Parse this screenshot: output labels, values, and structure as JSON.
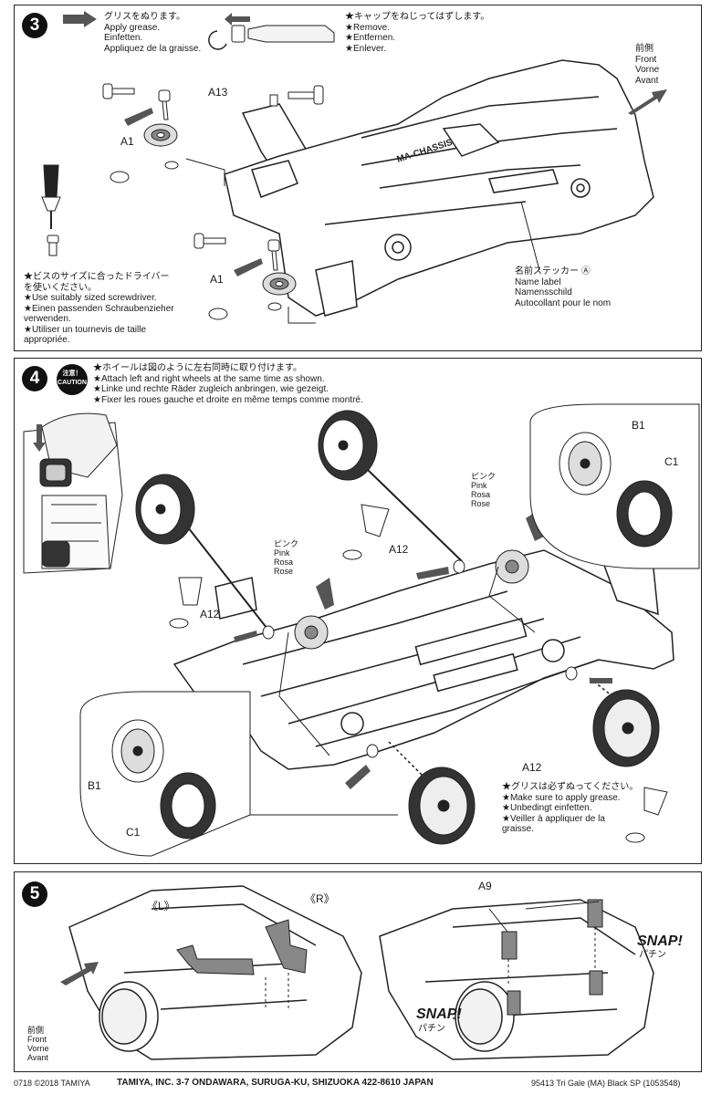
{
  "step3": {
    "number": "3",
    "grease_text": [
      "グリスをぬります。",
      "Apply grease.",
      "Einfetten.",
      "Appliquez de la graisse."
    ],
    "remove_text": [
      "★キャップをねじってはずします。",
      "★Remove.",
      "★Entfernen.",
      "★Enlever."
    ],
    "front_text": [
      "前側",
      "Front",
      "Vorne",
      "Avant"
    ],
    "part_a13": "A13",
    "part_a1_top": "A1",
    "part_a1_bottom": "A1",
    "chassis_text": "MA-CHASSIS",
    "name_label_text": [
      "名前ステッカー Ⓐ",
      "Name label",
      "Namensschild",
      "Autocollant pour le nom"
    ],
    "screwdriver_text": [
      "★ビスのサイズに合ったドライバー",
      "を使いください。",
      "★Use suitably sized screwdriver.",
      "★Einen passenden Schraubenzieher",
      "verwenden.",
      "★Utiliser un tournevis de taille",
      "appropriée."
    ]
  },
  "step4": {
    "number": "4",
    "caution_jp": "注意！",
    "caution_en": "CAUTION",
    "instruction": [
      "★ホイールは図のように左右同時に取り付けます。",
      "★Attach left and right wheels at the same time as shown.",
      "★Linke und rechte Räder zugleich anbringen, wie gezeigt.",
      "★Fixer les roues gauche et droite en même temps comme montré."
    ],
    "pink_text": [
      "ピンク",
      "Pink",
      "Rosa",
      "Rose"
    ],
    "part_a12": "A12",
    "part_b1": "B1",
    "part_c1": "C1",
    "grease_note": [
      "★グリスは必ずぬってください。",
      "★Make sure to apply grease.",
      "★Unbedingt einfetten.",
      "★Veiller à appliquer de la",
      "graisse."
    ]
  },
  "step5": {
    "number": "5",
    "left_label": "《L》",
    "right_label": "《R》",
    "part_a9": "A9",
    "snap": "SNAP!",
    "snap_jp": "パチン",
    "front_text": [
      "前側",
      "Front",
      "Vorne",
      "Avant"
    ]
  },
  "footer": {
    "copyright": "0718 ©2018 TAMIYA",
    "address": "TAMIYA, INC.  3-7 ONDAWARA, SURUGA-KU, SHIZUOKA 422-8610 JAPAN",
    "product": "95413  Tri Gale (MA) Black SP (1053548)"
  }
}
